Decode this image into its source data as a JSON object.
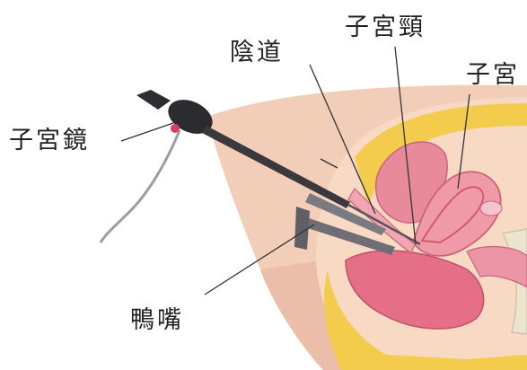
{
  "labels": {
    "uterus": "子宮",
    "cervix": "子宮頸",
    "vagina": "陰道",
    "hysteroscope": "子宮鏡",
    "speculum": "鴨嘴"
  },
  "colors": {
    "skin": "#f2cdb8",
    "skin_shadow": "#dca48a",
    "fat": "#f3cc4e",
    "muscle": "#e88a9a",
    "uterus": "#f09aa8",
    "uterus_inner": "#d5586e",
    "rectum": "#e56f86",
    "bone": "#ece4cf",
    "instrument": "#3a3a3e",
    "speculum": "#6e6e74",
    "leader": "#333333"
  }
}
